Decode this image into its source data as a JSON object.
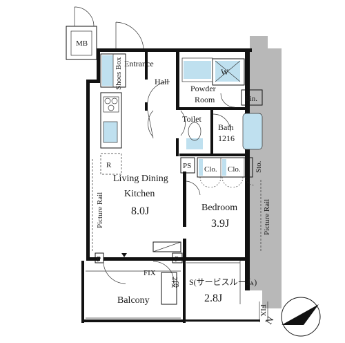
{
  "rooms": {
    "mb": "MB",
    "entrance": "Entrance",
    "shoes_box": "Shoes Box",
    "hall": "Hall",
    "powder_room_1": "Powder",
    "powder_room_2": "Room",
    "w": "W",
    "lin": "Lin.",
    "toilet": "Toilet",
    "bath_1": "Bath",
    "bath_2": "1216",
    "r": "R",
    "ps": "PS",
    "clo1": "Clo.",
    "clo2": "Clo.",
    "sto": "Sto.",
    "ldk_1": "Living Dining",
    "ldk_2": "Kitchen",
    "ldk_size": "8.0J",
    "picture_rail_left": "Picture Rail",
    "bedroom": "Bedroom",
    "bedroom_size": "3.9J",
    "picture_rail_right": "Picture Rail",
    "p1": "P",
    "p2": "P",
    "fix1": "FIX",
    "fix2": "FIX",
    "stairs": "2段",
    "balcony": "Balcony",
    "service_room": "S(サービスルーム)",
    "service_room_size": "2.8J",
    "north": "N"
  }
}
